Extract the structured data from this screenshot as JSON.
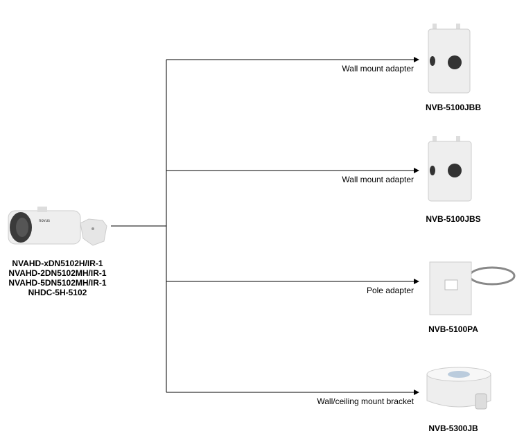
{
  "camera": {
    "models": [
      "NVAHD-xDN5102H/IR-1",
      "NVAHD-2DN5102MH/IR-1",
      "NVAHD-5DN5102MH/IR-1",
      "NHDC-5H-5102"
    ],
    "logo": "novus"
  },
  "accessories": [
    {
      "edge_label": "Wall mount adapter",
      "name": "NVB-5100JBB"
    },
    {
      "edge_label": "Wall mount adapter",
      "name": "NVB-5100JBS"
    },
    {
      "edge_label": "Pole adapter",
      "name": "NVB-5100PA"
    },
    {
      "edge_label": "Wall/ceiling mount bracket",
      "name": "NVB-5300JB"
    }
  ]
}
